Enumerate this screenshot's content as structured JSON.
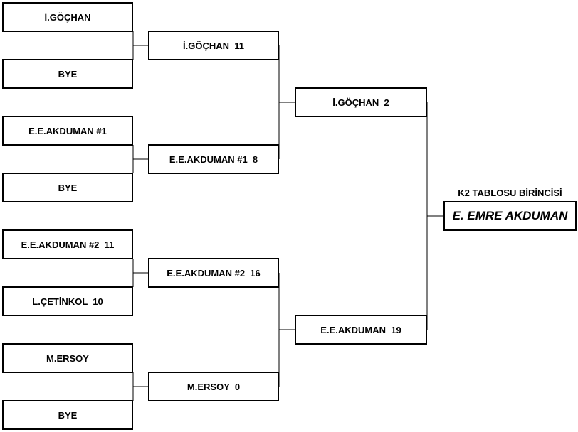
{
  "bracket": {
    "round1": [
      "İ.GÖÇHAN",
      "BYE",
      "E.E.AKDUMAN #1",
      "BYE",
      "E.E.AKDUMAN #2  11",
      "L.ÇETİNKOL  10",
      "M.ERSOY",
      "BYE"
    ],
    "round2": [
      "İ.GÖÇHAN  11",
      "E.E.AKDUMAN #1  8",
      "E.E.AKDUMAN #2  16",
      "M.ERSOY  0"
    ],
    "round3": [
      "İ.GÖÇHAN  2",
      "E.E.AKDUMAN  19"
    ],
    "champion": {
      "caption": "K2 TABLOSU BİRİNCİSİ",
      "name": "E. EMRE AKDUMAN"
    }
  },
  "colors": {
    "line": "#000000",
    "background": "#ffffff"
  }
}
